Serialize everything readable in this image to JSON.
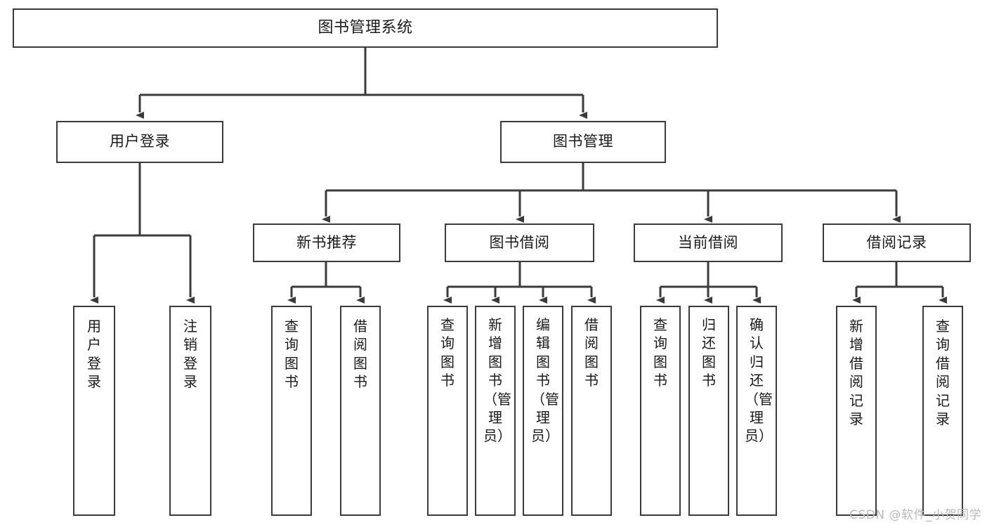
{
  "diagram": {
    "title": "图书管理系统",
    "watermark": "CSDN @软件_小贺同学",
    "line_color": "#3b3b3b",
    "box_fill": "#ffffff",
    "text_color": "#1a1a1a",
    "root": {
      "label": "图书管理系统"
    },
    "level2": [
      {
        "label": "用户登录"
      },
      {
        "label": "图书管理"
      }
    ],
    "level3": [
      {
        "label": "新书推荐"
      },
      {
        "label": "图书借阅"
      },
      {
        "label": "当前借阅"
      },
      {
        "label": "借阅记录"
      }
    ],
    "leaves": {
      "user_login": [
        {
          "label": "用户登录"
        },
        {
          "label": "注销登录"
        }
      ],
      "new_book_recommend": [
        {
          "label": "查询图书"
        },
        {
          "label": "借阅图书"
        }
      ],
      "book_borrow": [
        {
          "label": "查询图书"
        },
        {
          "label": "新增图书（管理员）"
        },
        {
          "label": "编辑图书（管理员）"
        },
        {
          "label": "借阅图书"
        }
      ],
      "current_borrow": [
        {
          "label": "查询图书"
        },
        {
          "label": "归还图书"
        },
        {
          "label": "确认归还（管理员）"
        }
      ],
      "borrow_record": [
        {
          "label": "新增借阅记录"
        },
        {
          "label": "查询借阅记录"
        }
      ]
    }
  }
}
